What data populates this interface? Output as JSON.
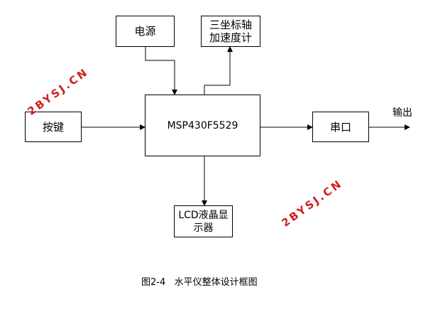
{
  "diagram": {
    "nodes": {
      "power": {
        "label": "电源"
      },
      "accel": {
        "line1": "三坐标轴",
        "line2": "加速度计"
      },
      "keys": {
        "label": "按键"
      },
      "mcu": {
        "label": "MSP430F5529"
      },
      "serial": {
        "label": "串口"
      },
      "lcd": {
        "line1": "LCD液晶显",
        "line2": "示器"
      }
    },
    "output_label": "输出",
    "edges": [
      {
        "from": "power",
        "to": "mcu"
      },
      {
        "from": "mcu",
        "to": "accel"
      },
      {
        "from": "keys",
        "to": "mcu"
      },
      {
        "from": "mcu",
        "to": "serial"
      },
      {
        "from": "mcu",
        "to": "lcd"
      },
      {
        "from": "serial",
        "to": "output"
      }
    ]
  },
  "watermarks": [
    "2BYSJ.CN",
    "2BYSJ.CN"
  ],
  "caption": "图2-4   水平仪整体设计框图",
  "colors": {
    "watermark": "#cc1f1f",
    "line": "#000000"
  }
}
